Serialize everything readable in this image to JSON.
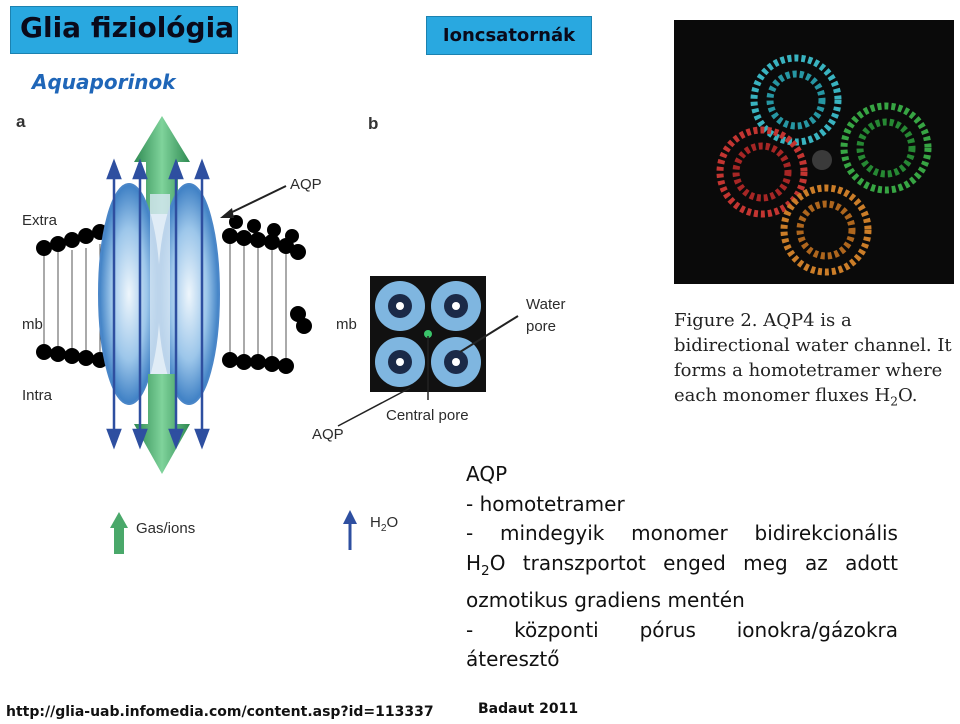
{
  "header": {
    "title": "Glia fiziológia",
    "tab_label": "Ioncsatornák",
    "subtitle": "Aquaporinok"
  },
  "figure_a": {
    "panel_label": "a",
    "labels": {
      "aqp": "AQP",
      "extra": "Extra",
      "mb": "mb",
      "intra": "Intra",
      "gas_ions": "Gas/ions"
    }
  },
  "figure_b": {
    "panel_label": "b",
    "labels": {
      "mb": "mb",
      "water_pore": [
        "Water",
        "pore"
      ],
      "central_pore": "Central pore",
      "aqp": "AQP",
      "h2o_main": "H",
      "h2o_sub": "2",
      "h2o_end": "O"
    }
  },
  "caption": {
    "lines": [
      "Figure 2.  AQP4 is a",
      "bidirectional water channel.  It",
      "forms a homotetramer where"
    ],
    "last_line_prefix": "each monomer fluxes H",
    "last_line_sub": "2",
    "last_line_suffix": "O."
  },
  "description": {
    "line1": "AQP",
    "line2": "- homotetramer",
    "line3_words": [
      "-",
      "mindegyik",
      "monomer",
      "bidirekcionális"
    ],
    "line4_h": "H",
    "line4_sub": "2",
    "line4_words": [
      "O",
      "transzportot",
      "enged",
      "meg",
      "az",
      "adott"
    ],
    "line5": "ozmotikus gradiens mentén",
    "line6_words": [
      "-",
      "központi",
      "pórus",
      "ionokra/gázokra"
    ],
    "line7": "áteresztő"
  },
  "footer": {
    "url": "http://glia-uab.infomedia.com/content.asp?id=113337",
    "citation": "Badaut 2011"
  },
  "colors": {
    "title_bg": "#29a8e0",
    "subtitle": "#1f66b8",
    "arrow_green": "#4aa86a",
    "arrow_blue": "#2e4fa0",
    "channel_blue": "#5b9bd5"
  }
}
